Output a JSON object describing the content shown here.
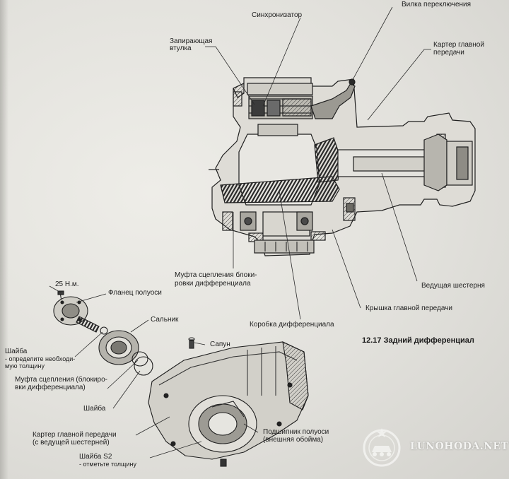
{
  "labels": {
    "synchronizer": "Синхронизатор",
    "shift_fork": "Вилка переключения",
    "lock_sleeve_l1": "Запирающая",
    "lock_sleeve_l2": "втулка",
    "main_gear_housing_top_l1": "Картер главной",
    "main_gear_housing_top_l2": "передачи",
    "coupling_l1": "Муфта сцепления блоки-",
    "coupling_l2": "ровки дифференциала",
    "drive_gear": "Ведущая шестерня",
    "main_gear_cover": "Крышка главной передачи",
    "diff_box": "Коробка дифференциала",
    "torque": "25 Н.м.",
    "axle_flange": "Фланец полуоси",
    "oil_seal": "Сальник",
    "breather": "Сапун",
    "washer_define_l1": "Шайба",
    "washer_define_l2": "- определите необходи-",
    "washer_define_l3": "мую толщину",
    "coupling_lower_l1": "Муфта сцепления (блокиро-",
    "coupling_lower_l2": "вки дифференциала)",
    "washer": "Шайба",
    "housing_lower_l1": "Картер главной передачи",
    "housing_lower_l2": "(с ведущей шестерней)",
    "bearing_l1": "Подшипник полуоси",
    "bearing_l2": "(внешняя обойма)",
    "washer_s2_l1": "Шайба S2",
    "washer_s2_l2": "- отметьте толщину"
  },
  "caption": "12.17 Задний дифференциал",
  "watermark": "LUNOHODA.NET"
}
